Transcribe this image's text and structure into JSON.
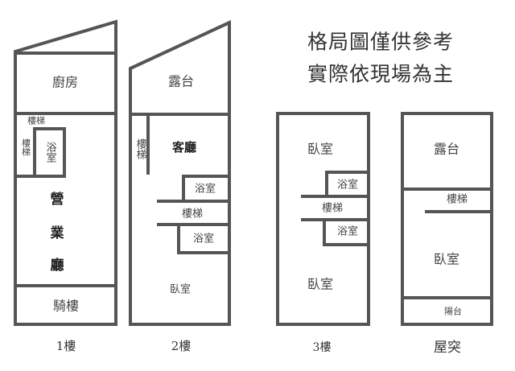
{
  "note": {
    "line1": "格局圖僅供參考",
    "line2": "實際依現場為主"
  },
  "floors": [
    {
      "caption": "1樓",
      "rooms": {
        "kitchen": "廚房",
        "stairs_h": "樓梯",
        "stairs_v": "樓梯",
        "bath": "浴室",
        "hall": [
          "營",
          "業",
          "廳"
        ],
        "arcade": "騎樓"
      }
    },
    {
      "caption": "2樓",
      "rooms": {
        "terrace": "露台",
        "stairs_v": "樓梯",
        "living": "客廳",
        "bath1": "浴室",
        "stairs": "樓梯",
        "bath2": "浴室",
        "bedroom": "臥室"
      }
    },
    {
      "caption": "3樓",
      "rooms": {
        "bedroom1": "臥室",
        "bath1": "浴室",
        "stairs": "樓梯",
        "bath2": "浴室",
        "bedroom2": "臥室"
      }
    },
    {
      "caption": "屋突",
      "rooms": {
        "terrace": "露台",
        "stairs": "樓梯",
        "bedroom": "臥室",
        "balcony": "陽台"
      }
    }
  ],
  "colors": {
    "wall": "#555555",
    "text": "#444444"
  }
}
